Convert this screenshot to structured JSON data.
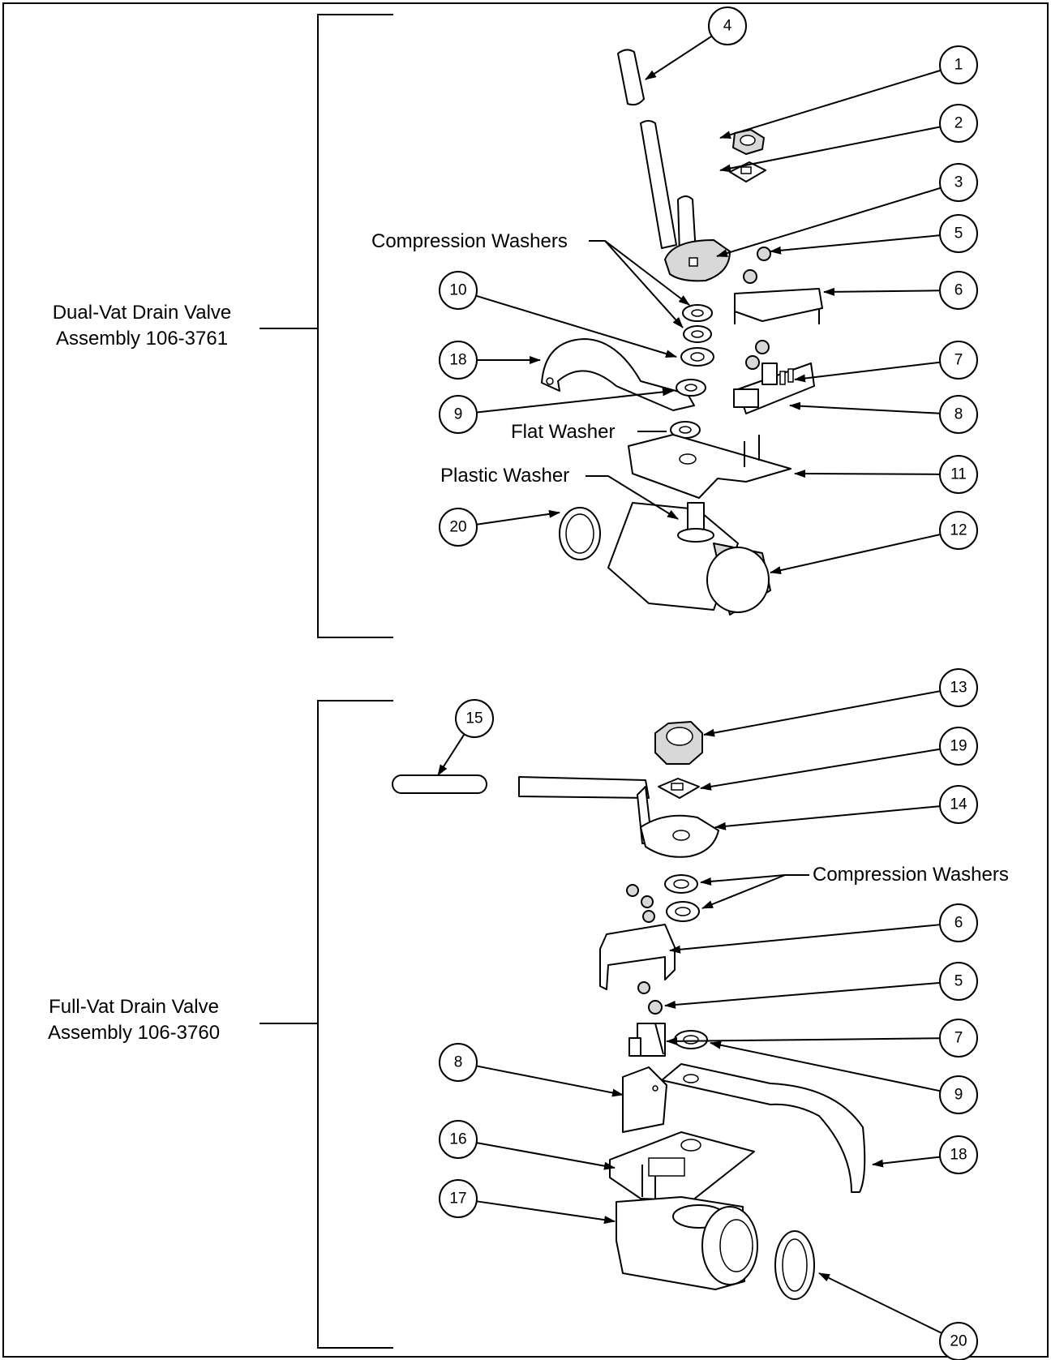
{
  "assemblies": [
    {
      "line1": "Dual-Vat Drain Valve",
      "line2": "Assembly 106-3761"
    },
    {
      "line1": "Full-Vat Drain Valve",
      "line2": "Assembly 106-3760"
    }
  ],
  "labels": {
    "compression_washers": "Compression Washers",
    "flat_washer": "Flat Washer",
    "plastic_washer": "Plastic Washer"
  },
  "callouts": [
    {
      "n": "4"
    },
    {
      "n": "1"
    },
    {
      "n": "2"
    },
    {
      "n": "3"
    },
    {
      "n": "5"
    },
    {
      "n": "6"
    },
    {
      "n": "10"
    },
    {
      "n": "18"
    },
    {
      "n": "7"
    },
    {
      "n": "9"
    },
    {
      "n": "8"
    },
    {
      "n": "11"
    },
    {
      "n": "20"
    },
    {
      "n": "12"
    },
    {
      "n": "13"
    },
    {
      "n": "15"
    },
    {
      "n": "19"
    },
    {
      "n": "14"
    },
    {
      "n": "6"
    },
    {
      "n": "5"
    },
    {
      "n": "7"
    },
    {
      "n": "8"
    },
    {
      "n": "9"
    },
    {
      "n": "16"
    },
    {
      "n": "18"
    },
    {
      "n": "17"
    },
    {
      "n": "20"
    }
  ]
}
